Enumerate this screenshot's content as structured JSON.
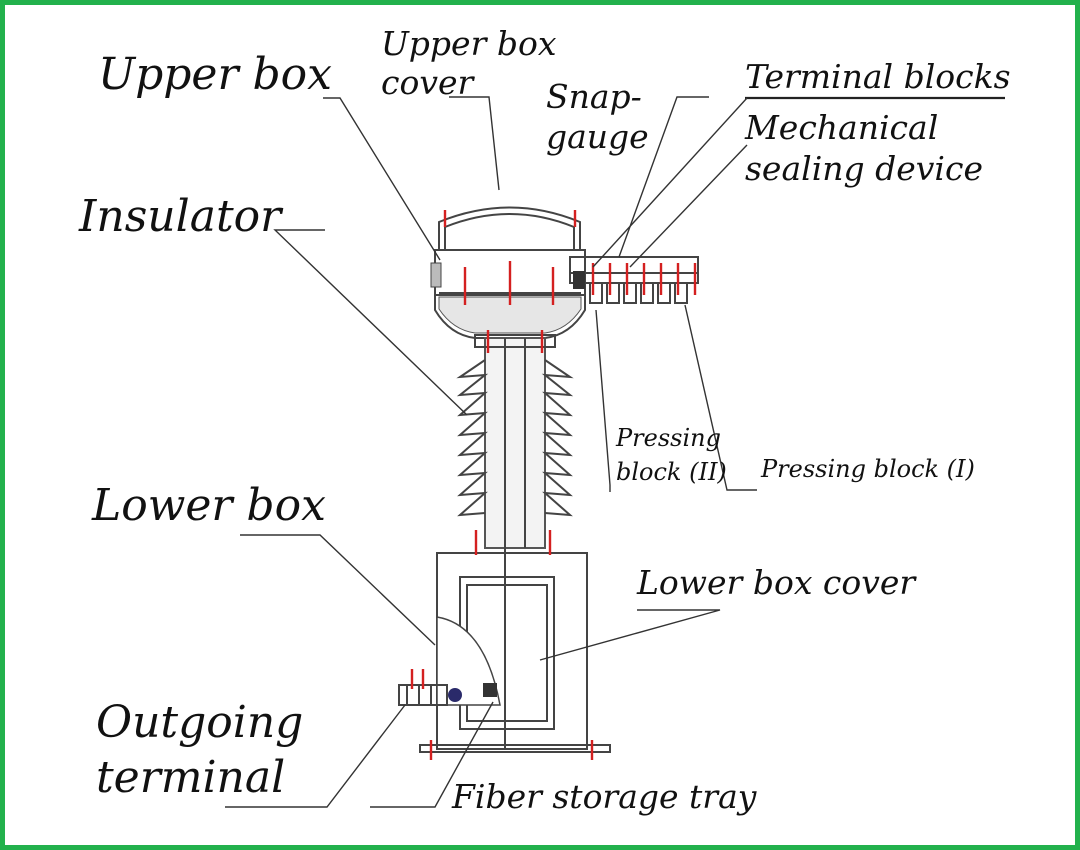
{
  "colors": {
    "frame": "#22b14c",
    "accent": "#d42020",
    "line": "#333333"
  },
  "labels": {
    "upper_box": "Upper box",
    "upper_box_cover_1": "Upper box",
    "upper_box_cover_2": "cover",
    "snap_gauge_1": "Snap-",
    "snap_gauge_2": "gauge",
    "terminal_blocks": "Terminal blocks",
    "mech_seal_1": "Mechanical",
    "mech_seal_2": "sealing device",
    "insulator": "Insulator",
    "pressing_block_ii_1": "Pressing",
    "pressing_block_ii_2": "block (II)",
    "pressing_block_i": "Pressing block (I)",
    "lower_box": "Lower box",
    "lower_box_cover": "Lower box cover",
    "outgoing_terminal_1": "Outgoing",
    "outgoing_terminal_2": "terminal",
    "fiber_storage_tray": "Fiber storage tray"
  }
}
